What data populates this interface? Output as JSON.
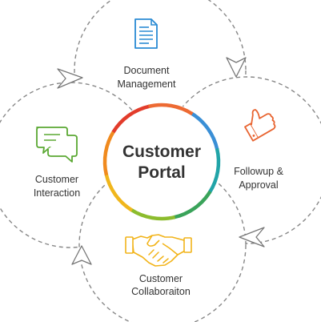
{
  "center": {
    "line1": "Customer",
    "line2": "Portal",
    "ring_colors": [
      "#3a8fd6",
      "#21a4a8",
      "#3aa35a",
      "#8cbc2d",
      "#f0b61c",
      "#f08a1e",
      "#e23c2b",
      "#ed6a33"
    ]
  },
  "nodes": {
    "document": {
      "line1": "Document",
      "line2": "Management",
      "icon": "document-icon",
      "icon_color": "#2a8bd4"
    },
    "followup": {
      "line1": "Followup &",
      "line2": "Approval",
      "icon": "thumbs-up-icon",
      "icon_color": "#e8632f"
    },
    "collaboration": {
      "line1": "Customer",
      "line2": "Collaboraiton",
      "icon": "handshake-icon",
      "icon_color": "#f2b41a"
    },
    "interaction": {
      "line1": "Customer",
      "line2": "Interaction",
      "icon": "chat-bubbles-icon",
      "icon_color": "#5aa832"
    }
  }
}
